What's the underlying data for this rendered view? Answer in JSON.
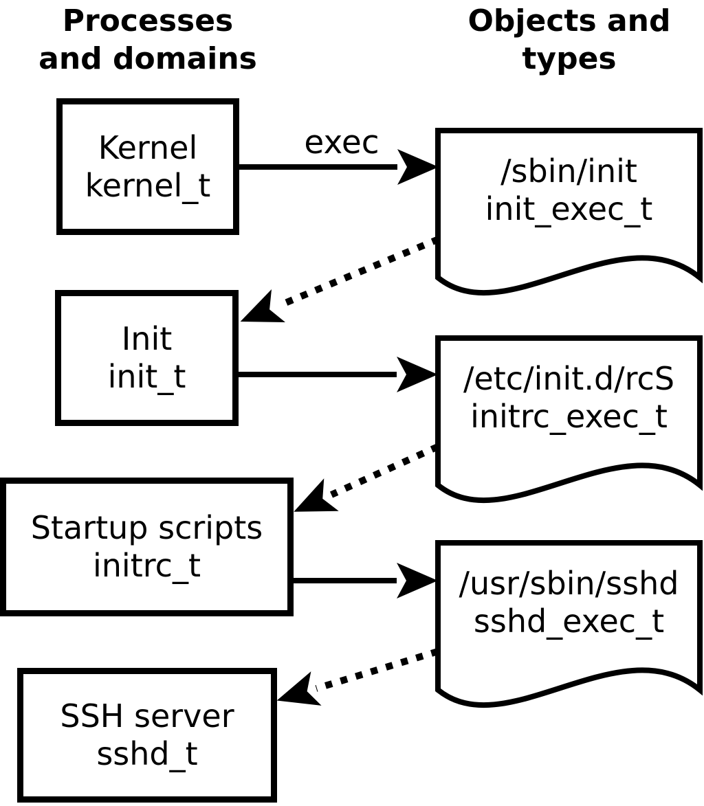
{
  "colors": {
    "ink": "#000000",
    "paper": "#ffffff"
  },
  "headers": {
    "left": {
      "line1": "Processes",
      "line2": "and domains"
    },
    "right": {
      "line1": "Objects and",
      "line2": "types"
    }
  },
  "process_boxes": [
    {
      "name": "Kernel",
      "type": "kernel_t"
    },
    {
      "name": "Init",
      "type": "init_t"
    },
    {
      "name": "Startup scripts",
      "type": "initrc_t"
    },
    {
      "name": "SSH server",
      "type": "sshd_t"
    }
  ],
  "object_docs": [
    {
      "path": "/sbin/init",
      "type": "init_exec_t"
    },
    {
      "path": "/etc/init.d/rcS",
      "type": "initrc_exec_t"
    },
    {
      "path": "/usr/sbin/sshd",
      "type": "sshd_exec_t"
    }
  ],
  "edge_labels": {
    "exec": "exec"
  }
}
